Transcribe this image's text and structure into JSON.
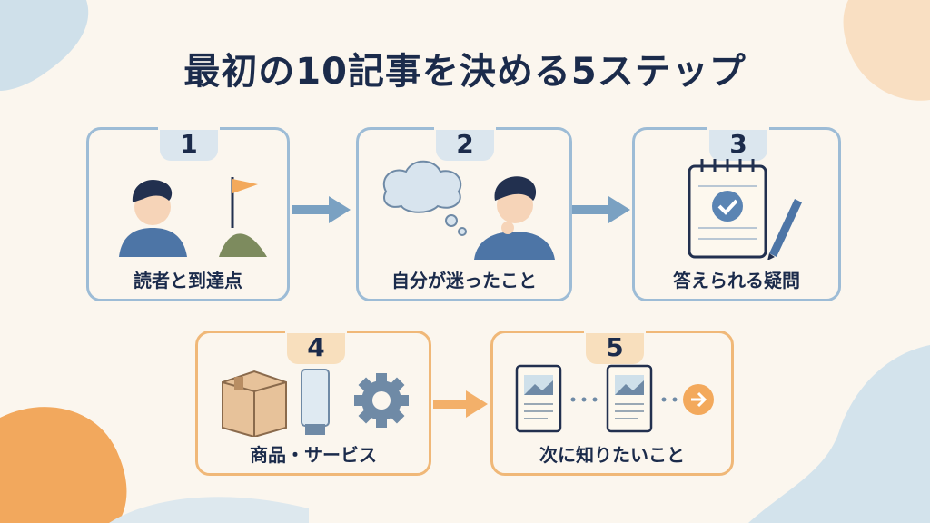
{
  "title": "最初の10記事を決める5ステップ",
  "steps": [
    {
      "number": "1",
      "label": "読者と到達点",
      "icon": "person-with-flag-icon"
    },
    {
      "number": "2",
      "label": "自分が迷ったこと",
      "icon": "thinking-person-icon"
    },
    {
      "number": "3",
      "label": "答えられる疑問",
      "icon": "notepad-check-icon"
    },
    {
      "number": "4",
      "label": "商品・サービス",
      "icon": "box-tube-gear-icon"
    },
    {
      "number": "5",
      "label": "次に知りたいこと",
      "icon": "article-chain-icon"
    }
  ],
  "colors": {
    "blue": "#9dbcd6",
    "orange": "#f0b878",
    "navy": "#1b2b4b"
  }
}
